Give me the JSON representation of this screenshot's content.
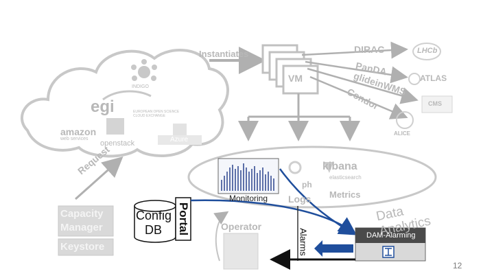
{
  "slide": {
    "page_number": "12"
  },
  "top": {
    "instantiates": "Instantiates",
    "vm": "VM"
  },
  "cloud": {
    "logos": {
      "indigo": "INDIGO",
      "egi": "egi",
      "amazon": "amazon",
      "amazon_sub": "web services",
      "openstack": "openstack",
      "azure": "Azure",
      "apex": "EUROPEAN OPEN SCIENCE CLOUD EXCHANGE"
    }
  },
  "workflows": {
    "items": [
      "DIRAC",
      "PanDA",
      "glideinWMS",
      "Condor"
    ],
    "experiments": [
      "LHCb",
      "ATLAS",
      "CMS",
      "ALICE"
    ]
  },
  "arrow_labels": {
    "request": "Request"
  },
  "monitoring_area": {
    "monitoring": "Monitoring",
    "logs": "Logs",
    "metrics": "Metrics",
    "kibana": "kibana",
    "elastic": "elasticsearch",
    "graph_fragment": "ph"
  },
  "left_panel": {
    "capacity_manager": "Capacity Manager",
    "keystore": "Keystore",
    "config_db_line1": "Config",
    "config_db_line2": "DB",
    "portal": "Portal",
    "operator": "Operator"
  },
  "analytics": {
    "data_analytics": "Data Analytics",
    "alarms": "Alarms",
    "dam_alarming": "DAM-Alarming"
  }
}
